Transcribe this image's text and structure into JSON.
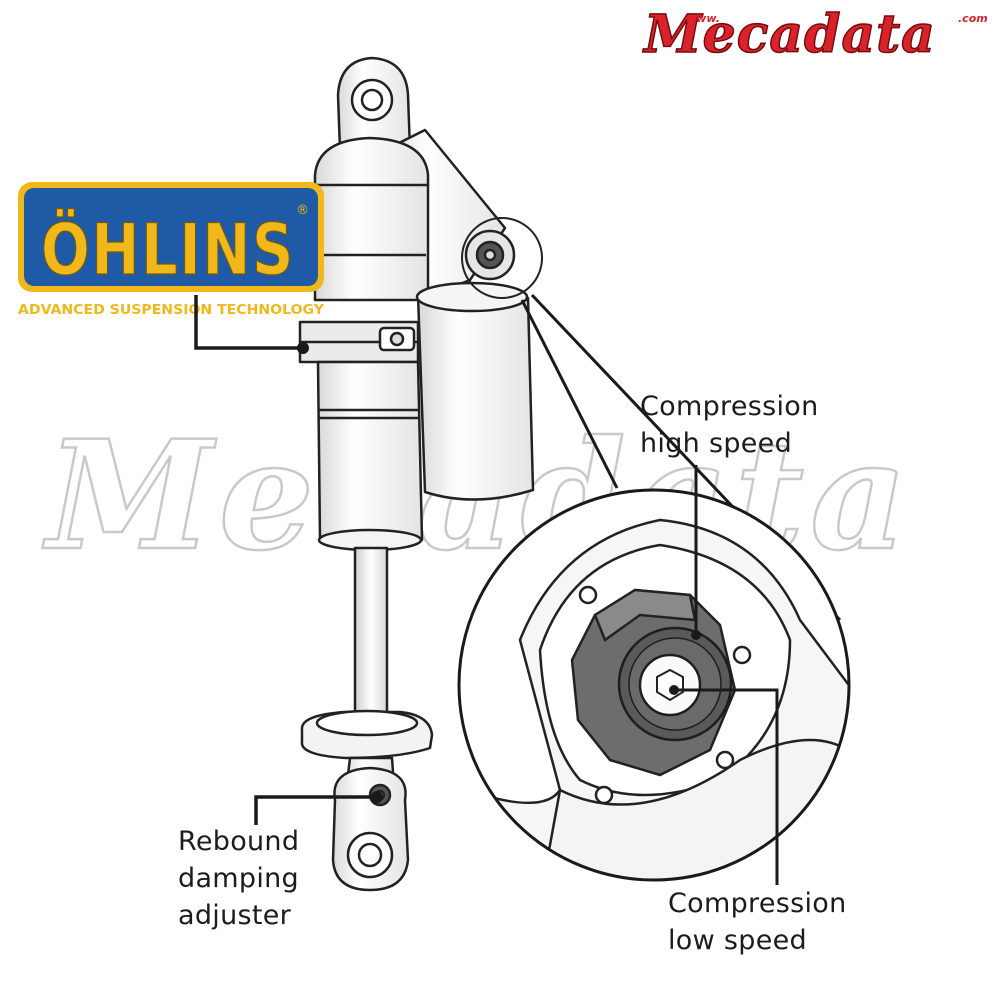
{
  "branding": {
    "ohlins_wordmark": "ÖHLINS",
    "ohlins_registered": "®",
    "ohlins_tagline": "ADVANCED SUSPENSION TECHNOLOGY",
    "watermark": "Mecadata",
    "corner_logo": "Mecadata",
    "corner_logo_prefix": "www.",
    "corner_logo_suffix": ".com",
    "colors": {
      "ohlins_blue": "#1f5aa6",
      "ohlins_yellow": "#f0b81a",
      "mecadata_red": "#d8232a"
    }
  },
  "callouts": {
    "compression_high": {
      "line1": "Compression",
      "line2": "high speed"
    },
    "compression_low": {
      "line1": "Compression",
      "line2": "low speed"
    },
    "rebound": {
      "line1": "Rebound",
      "line2": "damping",
      "line3": "adjuster"
    }
  }
}
